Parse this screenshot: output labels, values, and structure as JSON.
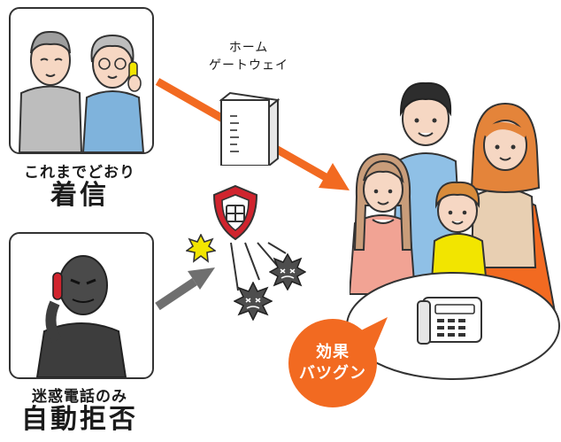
{
  "gateway": {
    "line1": "ホーム",
    "line2": "ゲートウェイ"
  },
  "legit_caller": {
    "line1": "これまでどおり",
    "line2": "着信"
  },
  "spam_caller": {
    "line1": "迷惑電話のみ",
    "line2": "自動拒否"
  },
  "effect_bubble": {
    "line1": "効果",
    "line2": "バツグン"
  },
  "colors": {
    "accent": "#f26a21",
    "arrow_gray": "#6f6f6f",
    "shield_red": "#d0242e",
    "virus_yellow": "#f2e500",
    "dark_figure": "#3d3d3d"
  }
}
